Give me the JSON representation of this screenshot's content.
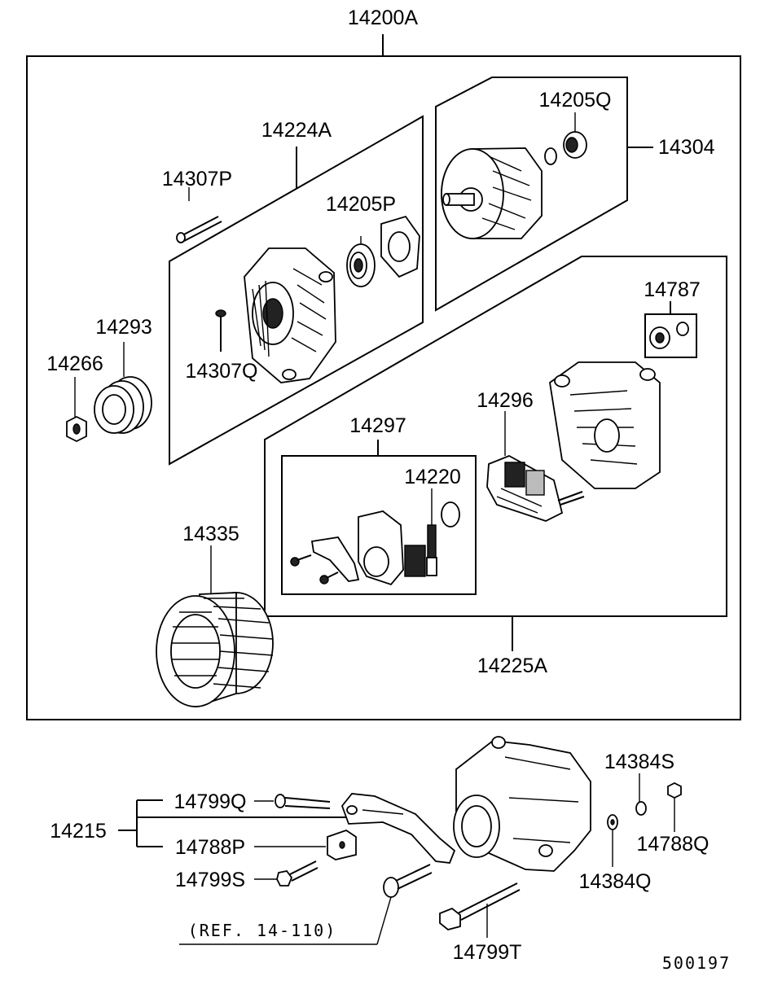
{
  "labels": {
    "assembly": "14200A",
    "front_bracket_assy": "14224A",
    "rear_bearing_front": "14205P",
    "through_bolt": "14307P",
    "screw": "14307Q",
    "rotor_bearing": "14205Q",
    "rotor": "14304",
    "terminal_kit": "14787",
    "pulley": "14293",
    "pulley_nut": "14266",
    "rectifier": "14296",
    "regulator_assy": "14297",
    "brush": "14220",
    "stator": "14335",
    "rear_bracket_assy": "14225A",
    "brace_assy": "14215",
    "brace_bolt": "14799Q",
    "brace_block": "14788P",
    "brace_bolt_lower": "14799S",
    "washer_spring": "14384S",
    "nut": "14788Q",
    "washer": "14384Q",
    "mount_bolt": "14799T",
    "reference": "(REF. 14-110)",
    "diagram_number": "500197"
  }
}
